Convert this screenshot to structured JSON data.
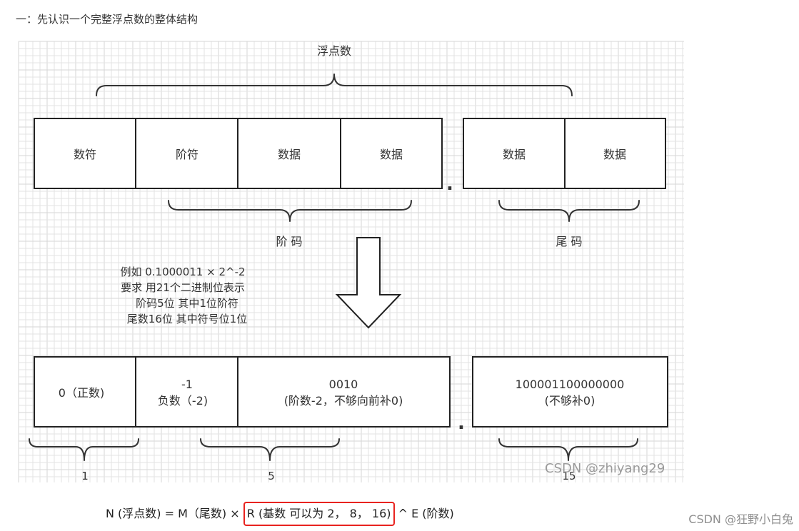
{
  "heading": "一：先认识一个完整浮点数的整体结构",
  "top_label": "浮点数",
  "top_boxes": [
    "数符",
    "阶符",
    "数据",
    "数据",
    "数据",
    "数据"
  ],
  "top_dot": ".",
  "exponent_label": "阶 码",
  "mantissa_label": "尾 码",
  "example": [
    "例如  0.1000011 × 2^-2",
    "要求 用21个二进制位表示",
    "阶码5位 其中1位阶符",
    "尾数16位 其中符号位1位"
  ],
  "bottom_boxes": [
    [
      "0（正数)"
    ],
    [
      "-1",
      "负数（-2)"
    ],
    [
      "0010",
      "(阶数-2，不够向前补0)"
    ],
    [
      "100001100000000",
      "(不够补0)"
    ]
  ],
  "bottom_dot": ".",
  "bit_counts": [
    "1",
    "5",
    "15"
  ],
  "diagram_watermark": "CSDN @zhiyang29",
  "formula": {
    "before": "N (浮点数)  =  M（尾数)    × ",
    "highlight": "R (基数 可以为 2，  8，   16)",
    "after": " ^  E  (阶数)"
  },
  "page_watermark": "CSDN @狂野小白兔",
  "colors": {
    "highlight_border": "#e8231f",
    "box_stroke": "#222222",
    "grid": "#e3e3e3"
  }
}
